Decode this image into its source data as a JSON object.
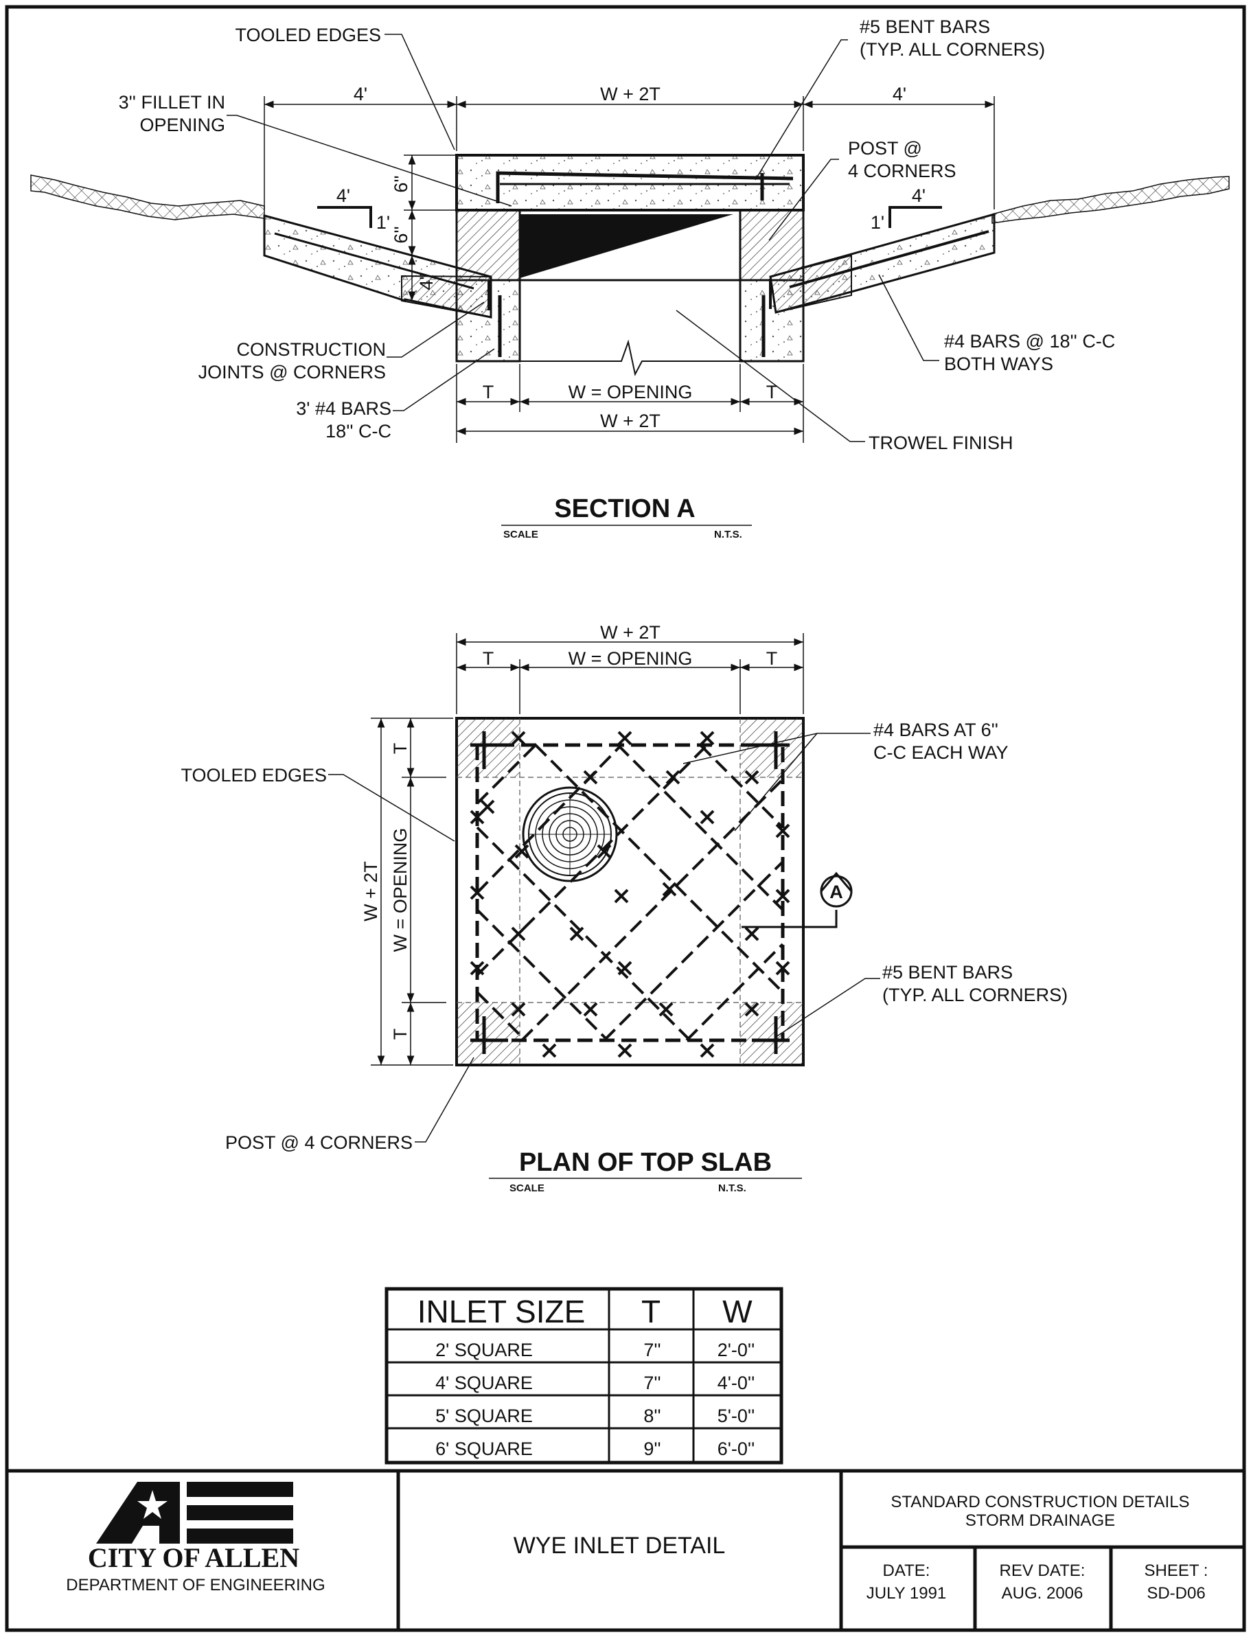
{
  "section_a": {
    "title": "SECTION A",
    "scale_label": "SCALE",
    "scale_value": "N.T.S.",
    "callouts": {
      "tooled_edges": "TOOLED EDGES",
      "fillet_1": "3'' FILLET IN",
      "fillet_2": "OPENING",
      "bent_bars_1": "#5 BENT BARS",
      "bent_bars_2": "(TYP. ALL CORNERS)",
      "post_1": "POST @",
      "post_2": "4 CORNERS",
      "construction_1": "CONSTRUCTION",
      "construction_2": "JOINTS @ CORNERS",
      "bars3_1": "3' #4 BARS",
      "bars3_2": "18'' C-C",
      "bars4_1": "#4 BARS @ 18'' C-C",
      "bars4_2": "BOTH WAYS",
      "trowel": "TROWEL FINISH"
    },
    "dims": {
      "left_4": "4'",
      "right_4": "4'",
      "top_w2t": "W + 2T",
      "wing_left_4": "4'",
      "wing_right_4": "4'",
      "wing_left_1": "1'",
      "wing_right_1": "1'",
      "six_a": "6''",
      "six_b": "6''",
      "four_in": "4''",
      "t_left": "T",
      "t_right": "T",
      "opening": "W = OPENING",
      "bottom_w2t": "W + 2T"
    }
  },
  "plan": {
    "title": "PLAN OF TOP SLAB",
    "scale_label": "SCALE",
    "scale_value": "N.T.S.",
    "dims": {
      "top_w2t": "W + 2T",
      "t_left": "T",
      "opening": "W = OPENING",
      "t_right": "T",
      "side_w2t": "W + 2T",
      "side_opening": "W = OPENING",
      "side_t_top": "T",
      "side_t_bottom": "T"
    },
    "callouts": {
      "tooled_edges": "TOOLED EDGES",
      "bars6_1": "#4 BARS AT 6''",
      "bars6_2": "C-C EACH WAY",
      "bent_1": "#5 BENT BARS",
      "bent_2": "(TYP. ALL CORNERS)",
      "post": "POST @ 4 CORNERS",
      "section_marker": "A"
    }
  },
  "table": {
    "headers": [
      "INLET SIZE",
      "T",
      "W"
    ],
    "rows": [
      [
        "2' SQUARE",
        "7''",
        "2'-0''"
      ],
      [
        "4' SQUARE",
        "7''",
        "4'-0''"
      ],
      [
        "5' SQUARE",
        "8''",
        "5'-0''"
      ],
      [
        "6' SQUARE",
        "9''",
        "6'-0''"
      ]
    ]
  },
  "title_block": {
    "city": "CITY OF ALLEN",
    "department": "DEPARTMENT OF ENGINEERING",
    "drawing_title": "WYE INLET DETAIL",
    "standard_1": "STANDARD CONSTRUCTION DETAILS",
    "standard_2": "STORM DRAINAGE",
    "date_label": "DATE:",
    "date_value": "JULY 1991",
    "rev_label": "REV DATE:",
    "rev_value": "AUG. 2006",
    "sheet_label": "SHEET :",
    "sheet_value": "SD-D06"
  }
}
